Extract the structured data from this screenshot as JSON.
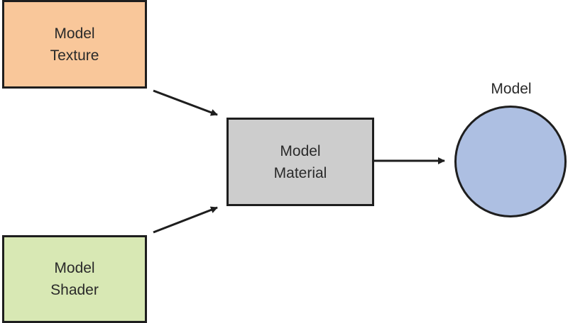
{
  "nodes": {
    "texture": {
      "line1": "Model",
      "line2": "Texture",
      "fill": "#f9c79a"
    },
    "shader": {
      "line1": "Model",
      "line2": "Shader",
      "fill": "#d8e8b4"
    },
    "material": {
      "line1": "Model",
      "line2": "Material",
      "fill": "#cdcdcd"
    },
    "model": {
      "label": "Model",
      "fill": "#adbfe2"
    }
  },
  "edges": [
    {
      "from": "texture",
      "to": "material"
    },
    {
      "from": "shader",
      "to": "material"
    },
    {
      "from": "material",
      "to": "model"
    }
  ]
}
